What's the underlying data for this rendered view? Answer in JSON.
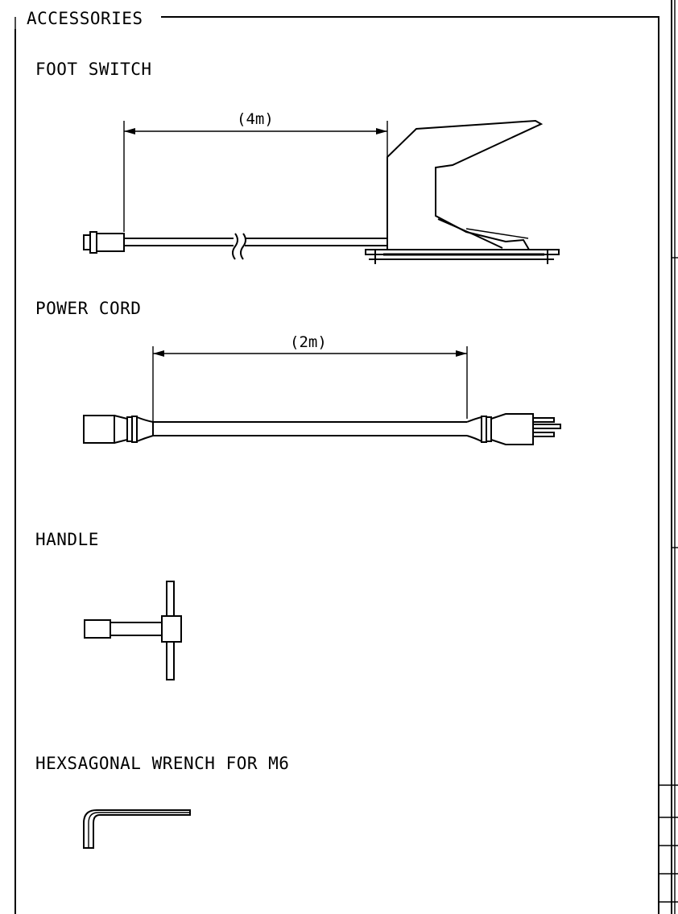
{
  "sheet": {
    "frame_title": "ACCESSORIES"
  },
  "items": {
    "foot_switch": {
      "label": "FOOT SWITCH",
      "dimension": "(4m)"
    },
    "power_cord": {
      "label": "POWER CORD",
      "dimension": "(2m)"
    },
    "handle": {
      "label": "HANDLE"
    },
    "wrench": {
      "label": "HEXSAGONAL WRENCH FOR M6"
    }
  },
  "colors": {
    "line": "#000000",
    "background": "#ffffff"
  }
}
